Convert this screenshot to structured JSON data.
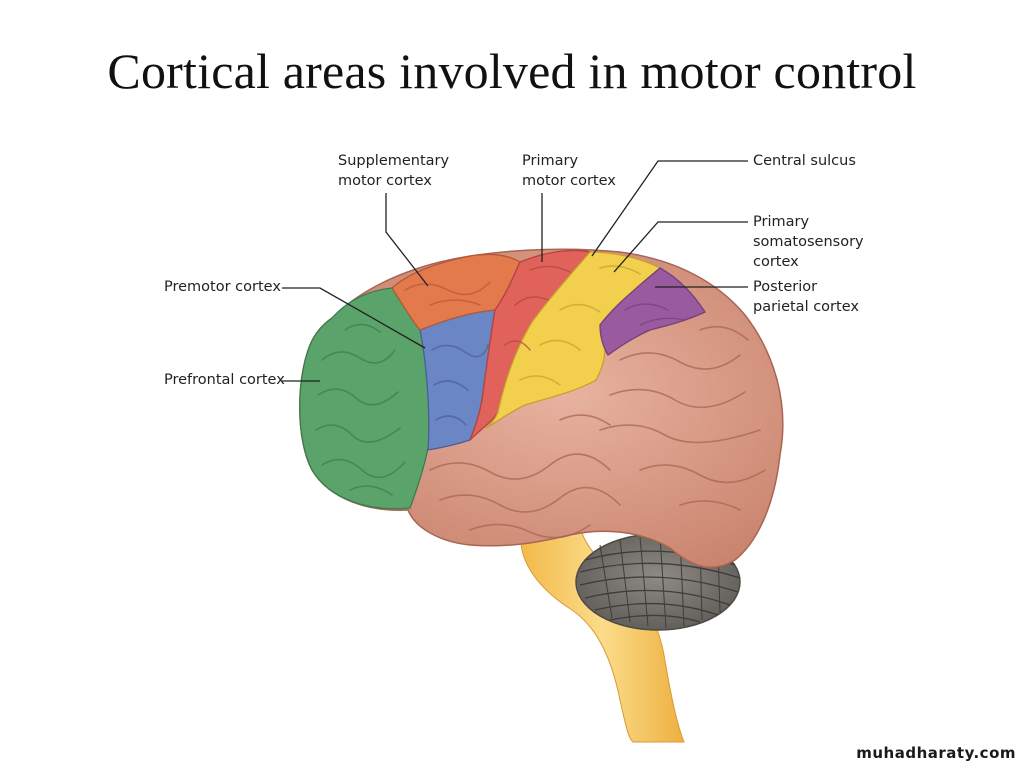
{
  "slide": {
    "title": "Cortical areas involved in motor control"
  },
  "labels": {
    "supplementary_motor": [
      "Supplementary",
      "motor cortex"
    ],
    "primary_motor": [
      "Primary",
      "motor cortex"
    ],
    "central_sulcus": [
      "Central sulcus"
    ],
    "primary_somatosensory": [
      "Primary",
      "somatosensory",
      "cortex"
    ],
    "posterior_parietal": [
      "Posterior",
      "parietal cortex"
    ],
    "premotor": [
      "Premotor cortex"
    ],
    "prefrontal": [
      "Prefrontal cortex"
    ]
  },
  "colors": {
    "prefrontal": "#5aa36a",
    "premotor": "#6b86c4",
    "supplementary_motor": "#e27a4c",
    "primary_motor": "#e0625a",
    "somatosensory": "#f2cf4c",
    "posterior_parietal": "#9a5aa0",
    "rest_of_cortex": "#d99a86",
    "cerebellum": "#7a7670",
    "brainstem": "#f5c669"
  },
  "watermark": "muhadharaty.com"
}
